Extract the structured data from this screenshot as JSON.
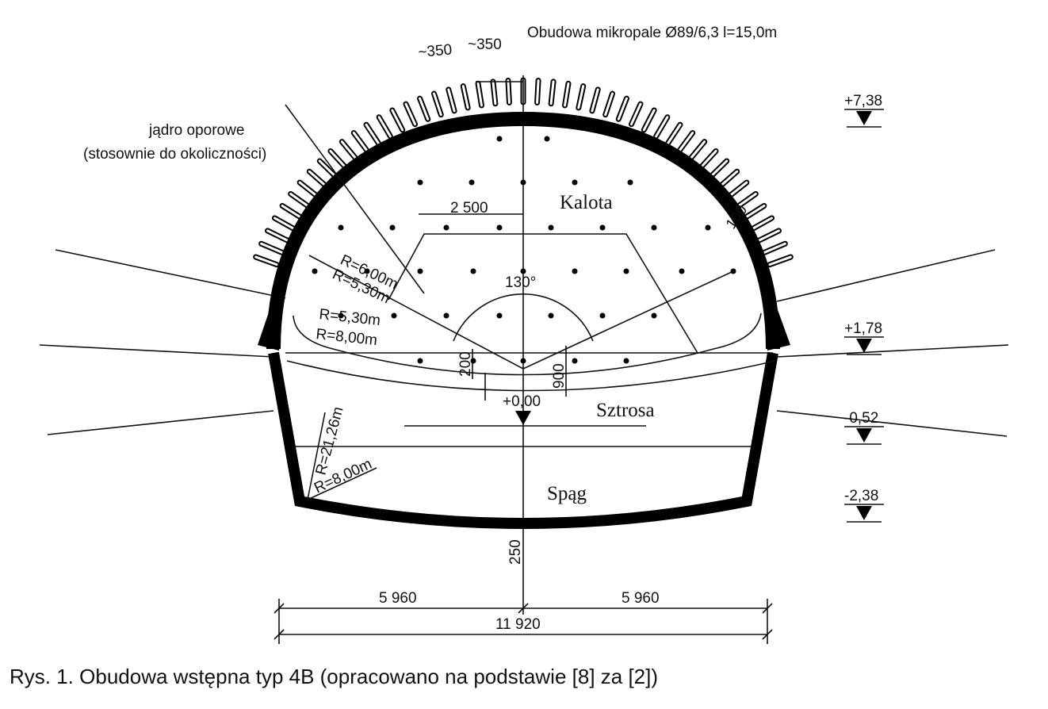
{
  "figure": {
    "pipe_label": "Obudowa mikropale Ø89/6,3 l=15,0m",
    "spacing_labels": [
      "~350",
      "~350"
    ],
    "core_label_1": "jądro oporowe",
    "core_label_2": "(stosownie do okoliczności)",
    "zones": {
      "top": "Kalota",
      "middle": "Sztrosa",
      "bottom": "Spąg"
    },
    "dim_2500": "2 500",
    "angle": "130°",
    "thickness": "100",
    "radii": {
      "r1": "R=6,00m",
      "r2": "R=5,30m",
      "r3": "R=5,30m",
      "r4": "R=8,00m",
      "r5": "R=21,26m",
      "r6": "R=8,00m"
    },
    "dim_200": "200",
    "dim_900": "900",
    "dim_250": "250",
    "zero_level": "+0,00",
    "levels": [
      "+7,38",
      "+1,78",
      "-0,52",
      "-2,38"
    ],
    "width_half_left": "5 960",
    "width_half_right": "5 960",
    "width_total": "11 920"
  },
  "caption": "Rys. 1. Obudowa wstępna typ 4B (opracowano na podstawie [8] za [2])"
}
